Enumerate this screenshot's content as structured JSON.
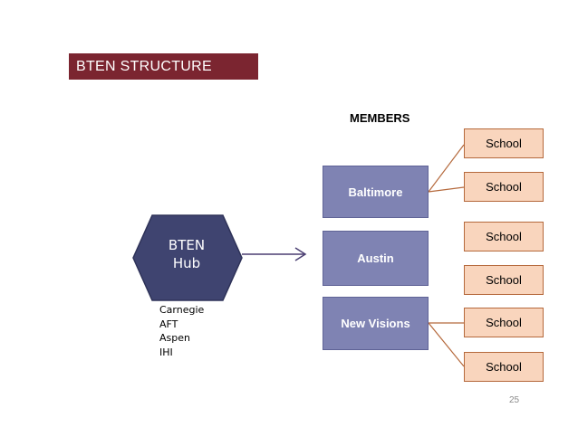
{
  "title": "BTEN STRUCTURE",
  "members_label": "MEMBERS",
  "hub": {
    "line1": "BTEN",
    "line2": "Hub"
  },
  "partners": [
    "Carnegie",
    "AFT",
    "Aspen",
    "IHI"
  ],
  "members": [
    "Baltimore",
    "Austin",
    "New Visions"
  ],
  "schools": [
    "School",
    "School",
    "School",
    "School",
    "School",
    "School"
  ],
  "page_number": "25",
  "colors": {
    "title_bg": "#7b2530",
    "hub_fill": "#3f4470",
    "member_fill": "#7f83b3",
    "school_fill": "#f9d5bd",
    "connector": "#b5693c",
    "arrow": "#4b3f72"
  }
}
